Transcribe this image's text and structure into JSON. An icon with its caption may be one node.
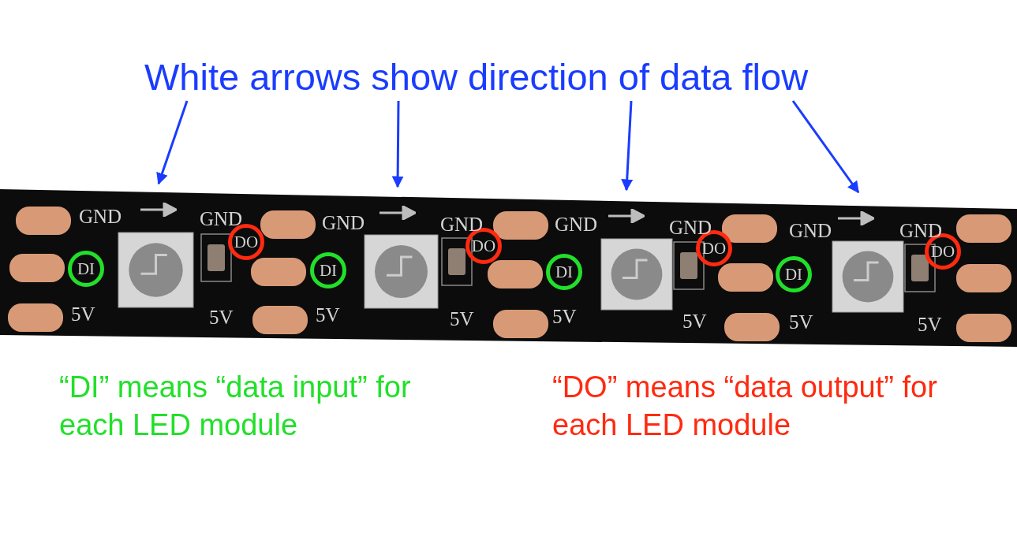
{
  "diagram": {
    "nodes": [
      {
        "text": [
          "White arrows show direction of data flow"
        ]
      },
      {
        "text": [],
        "shape": "picture"
      },
      {
        "text": [],
        "shape": "arrow",
        "in": 1
      },
      {
        "text": [],
        "shape": "arrow",
        "in": 1
      },
      {
        "text": [],
        "shape": "arrow",
        "in": 1
      },
      {
        "text": [],
        "shape": "arrow",
        "in": 1
      },
      {
        "text": [
          "DI"
        ],
        "in": 1
      },
      {
        "text": [
          "DO"
        ],
        "in": 1
      },
      {
        "text": [
          "DI"
        ],
        "in": 1
      },
      {
        "text": [
          "DO"
        ],
        "in": 1
      },
      {
        "text": [
          "DI"
        ],
        "in": 1
      },
      {
        "text": [
          "DO"
        ],
        "in": 1
      },
      {
        "text": [
          "DI"
        ],
        "in": 1
      },
      {
        "text": [
          "DO"
        ],
        "in": 1
      }
    ],
    "edges": [
      {
        "from": 0,
        "to": 2,
        "arrow": "to"
      },
      {
        "from": 0,
        "to": 3,
        "arrow": "to"
      },
      {
        "from": 0,
        "to": 4,
        "arrow": "to"
      },
      {
        "from": 0,
        "to": 5,
        "arrow": "to"
      }
    ],
    "labels": [
      "GND",
      "GND",
      "GND",
      "GND",
      "GND",
      "GND",
      "GND",
      "GND",
      "5V",
      "5V",
      "5V",
      "5V",
      "5V",
      "5V",
      "5V",
      "5V",
      "“DI” means “data input” for each LED module",
      "“DO” means “data output” for each LED module"
    ]
  }
}
